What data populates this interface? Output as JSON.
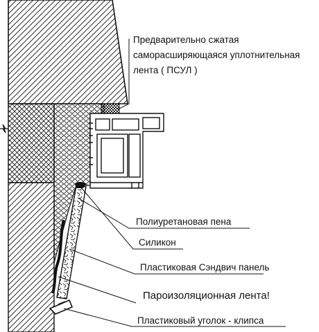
{
  "labels": {
    "psul_line1": "Предварительно сжатая",
    "psul_line2": "саморасширяющаяся уплотнительная",
    "psul_line3": "лента  ( ПСУЛ )",
    "foam": "Полиуретановая пена",
    "silicone": "Силикон",
    "sandwich": "Пластиковая Сэндвич панель",
    "vapor": "Пароизоляционная лента!",
    "clip": "Пластиковый уголок - клипса"
  },
  "colors": {
    "ink": "#111111",
    "warning": "#e0201b",
    "background": "#ffffff"
  }
}
